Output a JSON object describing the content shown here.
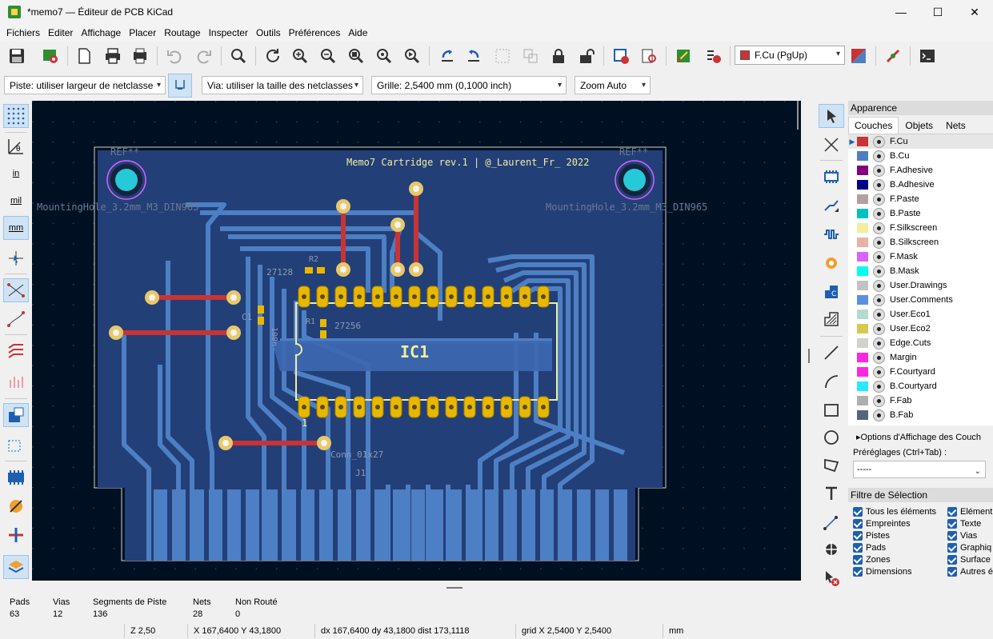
{
  "window": {
    "title": "*memo7 — Éditeur de PCB KiCad",
    "minimize": "—",
    "maximize": "☐",
    "close": "✕"
  },
  "menu": [
    "Fichiers",
    "Editer",
    "Affichage",
    "Placer",
    "Routage",
    "Inspecter",
    "Outils",
    "Préférences",
    "Aide"
  ],
  "toolbar": {
    "active_layer": "F.Cu (PgUp)",
    "active_layer_color": "#c83434"
  },
  "toolbar2": {
    "track_width": "Piste: utiliser largeur de netclasse",
    "via_size": "Via: utiliser la taille des netclasses",
    "grid": "Grille: 2,5400 mm (0,1000 inch)",
    "zoom": "Zoom Auto"
  },
  "left_toolbar": {
    "units_in": "in",
    "units_mil": "mil",
    "units_mm": "mm"
  },
  "board": {
    "title_text": "Memo7 Cartridge rev.1 | @_Laurent_Fr_ 2022",
    "ref_left": "REF**",
    "ref_right": "REF**",
    "hole_label_left": "MountingHole_3.2mm_M3_DIN965",
    "hole_label_right": "MountingHole_3.2mm_M3_DIN965",
    "ic_label": "IC1",
    "pin1_mark": "1",
    "r2_ref": "R2",
    "r2_value": "27128",
    "c1_ref": "C1",
    "c1_value": "100n",
    "r1_ref": "R1",
    "r1_value": "27256",
    "conn_ref": "J1",
    "conn_value": "Conn_01x27"
  },
  "appearance": {
    "header": "Apparence",
    "tabs": [
      "Couches",
      "Objets",
      "Nets"
    ],
    "layers": [
      {
        "name": "F.Cu",
        "color": "#c83434"
      },
      {
        "name": "B.Cu",
        "color": "#4d7fc4"
      },
      {
        "name": "F.Adhesive",
        "color": "#84007c"
      },
      {
        "name": "B.Adhesive",
        "color": "#00008b"
      },
      {
        "name": "F.Paste",
        "color": "#b4a0a0"
      },
      {
        "name": "B.Paste",
        "color": "#00c2c2"
      },
      {
        "name": "F.Silkscreen",
        "color": "#f2eda1"
      },
      {
        "name": "B.Silkscreen",
        "color": "#e8b2a7"
      },
      {
        "name": "F.Mask",
        "color": "#d864ff"
      },
      {
        "name": "B.Mask",
        "color": "#02ffee"
      },
      {
        "name": "User.Drawings",
        "color": "#c2c2c2"
      },
      {
        "name": "User.Comments",
        "color": "#5990e0"
      },
      {
        "name": "User.Eco1",
        "color": "#b4dbd2"
      },
      {
        "name": "User.Eco2",
        "color": "#d8c852"
      },
      {
        "name": "Edge.Cuts",
        "color": "#d0d2cd"
      },
      {
        "name": "Margin",
        "color": "#ff26e2"
      },
      {
        "name": "F.Courtyard",
        "color": "#ff26e2"
      },
      {
        "name": "B.Courtyard",
        "color": "#26e9ff"
      },
      {
        "name": "F.Fab",
        "color": "#afafaf"
      },
      {
        "name": "B.Fab",
        "color": "#58657f"
      }
    ],
    "display_options": "Options d'Affichage des Couch",
    "presets_label": "Préréglages (Ctrl+Tab) :",
    "presets_value": "-----"
  },
  "selection_filter": {
    "header": "Filtre de Sélection",
    "left": [
      "Tous les éléments",
      "Empreintes",
      "Pistes",
      "Pads",
      "Zones",
      "Dimensions"
    ],
    "right": [
      "Elément",
      "Texte",
      "Vias",
      "Graphiq",
      "Surface",
      "Autres é"
    ]
  },
  "status": {
    "pads_label": "Pads",
    "pads": "63",
    "vias_label": "Vias",
    "vias": "12",
    "segments_label": "Segments de Piste",
    "segments": "136",
    "nets_label": "Nets",
    "nets": "28",
    "unrouted_label": "Non Routé",
    "unrouted": "0",
    "zoom": "Z 2,50",
    "cursor": "X 167,6400  Y 43,1800",
    "delta": "dx 167,6400  dy 43,1800  dist 173,1118",
    "grid": "grid X 2,5400  Y 2,5400",
    "units": "mm"
  }
}
